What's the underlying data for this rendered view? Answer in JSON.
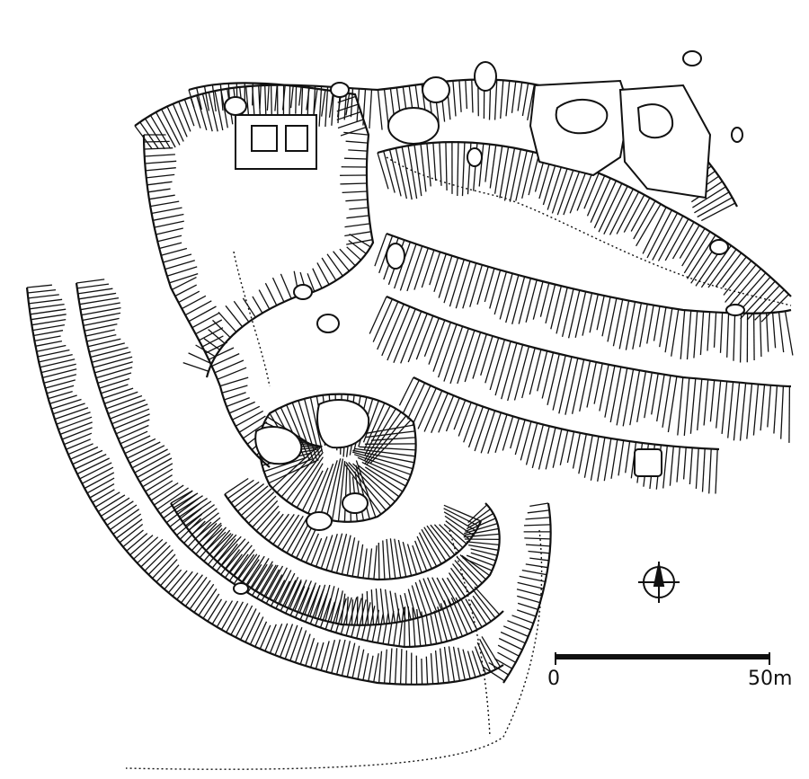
{
  "map": {
    "scale_bar": {
      "start_label": "0",
      "end_label": "50m",
      "length_value": 50,
      "unit": "m"
    },
    "north_arrow": {
      "icon": "north-arrow-icon"
    },
    "colors": {
      "ink": "#111111",
      "paper": "#ffffff"
    }
  }
}
